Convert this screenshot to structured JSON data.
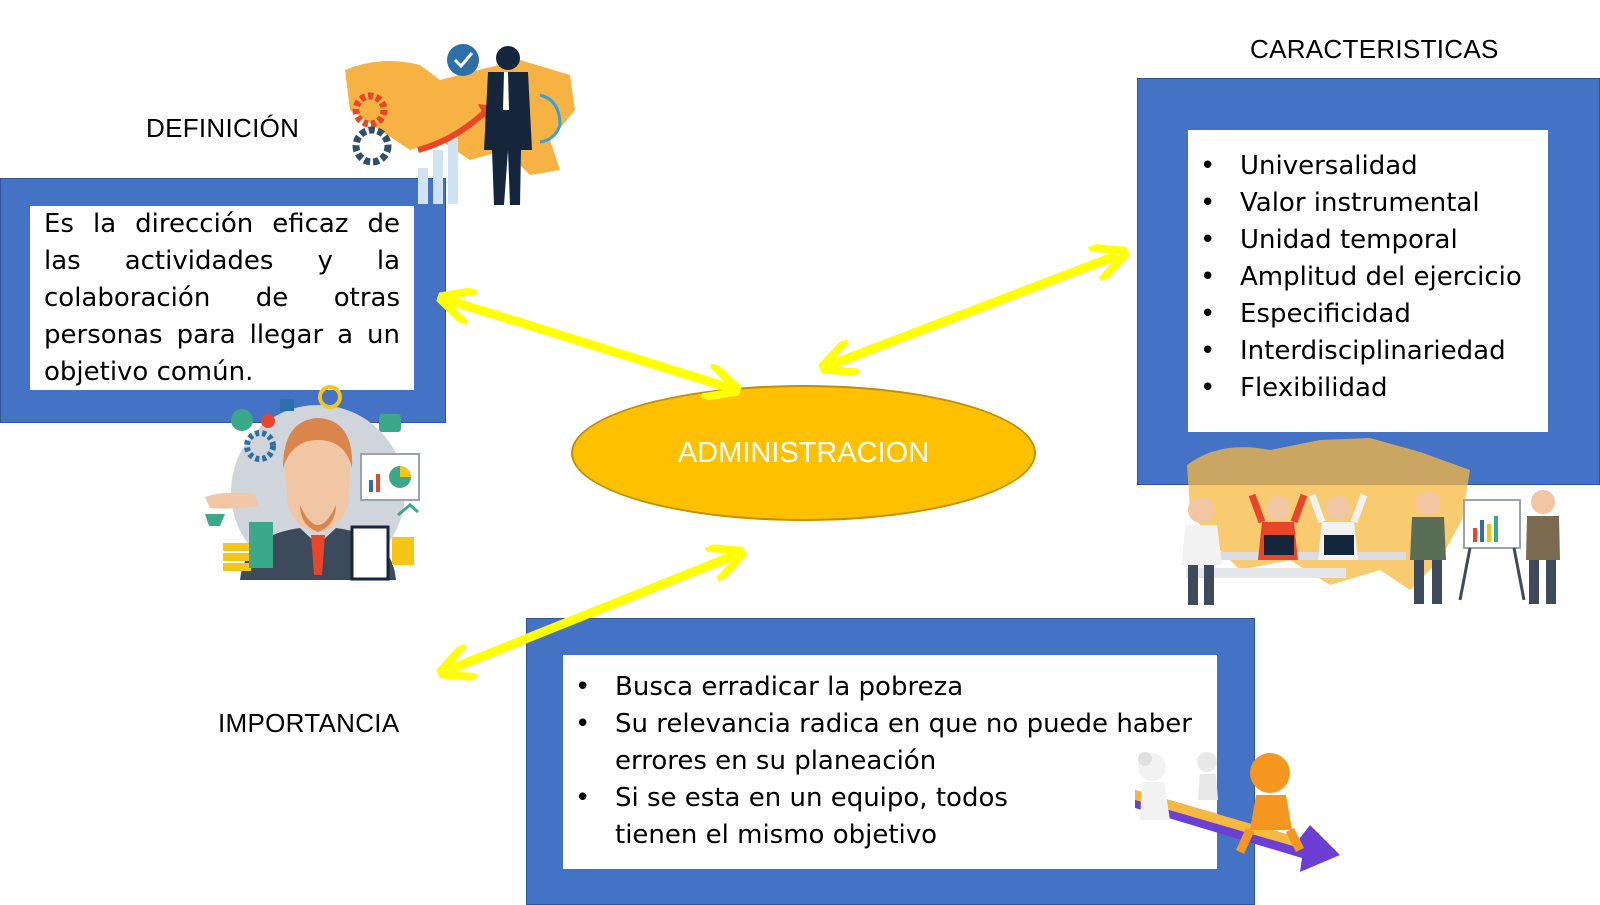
{
  "center": {
    "label": "ADMINISTRACION"
  },
  "definicion": {
    "heading": "DEFINICIÓN",
    "text": "Es la dirección eficaz de las actividades y la colaboración de otras personas para llegar a un objetivo común."
  },
  "caracteristicas": {
    "heading": "CARACTERISTICAS",
    "items": [
      "Universalidad",
      "Valor instrumental",
      "Unidad temporal",
      "Amplitud del ejercicio",
      "Especificidad",
      "Interdisciplinariedad",
      "Flexibilidad"
    ]
  },
  "importancia": {
    "heading": "IMPORTANCIA",
    "items": [
      "Busca erradicar la pobreza",
      "Su relevancia radica en que no puede haber errores en su planeación",
      "Si se esta en un equipo, todos tienen el mismo objetivo"
    ]
  },
  "colors": {
    "box_blue": "#4472c4",
    "ellipse": "#ffc000",
    "arrow": "#ffff00"
  },
  "icons": [
    "business-world-illustration",
    "business-avatar-illustration",
    "team-meeting-illustration",
    "leader-arrow-illustration"
  ]
}
